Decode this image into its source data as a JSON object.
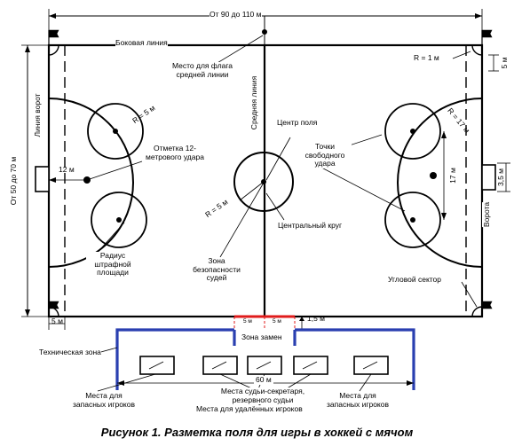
{
  "figure": {
    "width_label": "От 90 до 110 м",
    "height_label": "От 50 до 70 м",
    "side_line": "Боковая линия",
    "goal_line": "Линия ворот",
    "middle_line": "Средняя линия",
    "flag_label": "Место для флага средней линии",
    "center_label": "Центр поля",
    "radius_center": "R = 5 м",
    "radius_small": "R = 5 м",
    "radius_corner": "R = 1 м",
    "radius_penalty": "R = 17 м",
    "penalty_mark": "Отметка 12-метрового удара",
    "free_kick": "Точки свободного удара",
    "central_circle": "Центральный круг",
    "dist_12": "12 м",
    "dist_17": "17 м",
    "dist_5_right": "5 м",
    "goal_width": "3,5 м",
    "goal": "Ворота",
    "penalty_radius_label": "Радиус штрафной площади",
    "referee_zone": "Зона безопасности судей",
    "corner_sector": "Угловой сектор",
    "dist_5_left": "5 м",
    "sub_5a": "5 м",
    "sub_5b": "5 м",
    "dist_1_5": "1,5 м",
    "sub_zone": "Зона замен",
    "tech_zone": "Техническая зона",
    "dist_60": "60 м",
    "bench_left": "Места для запасных игроков",
    "secretary": "Места судьи-секретаря, резервного судьи",
    "removed": "Места для удалённых игроков",
    "bench_right": "Места для запасных игроков"
  },
  "caption": "Рисунок 1. Разметка поля для игры в хоккей с мячом",
  "colors": {
    "line": "#000000",
    "tech_zone": "#2a3fb0",
    "sub_zone": "#e01b1b"
  }
}
